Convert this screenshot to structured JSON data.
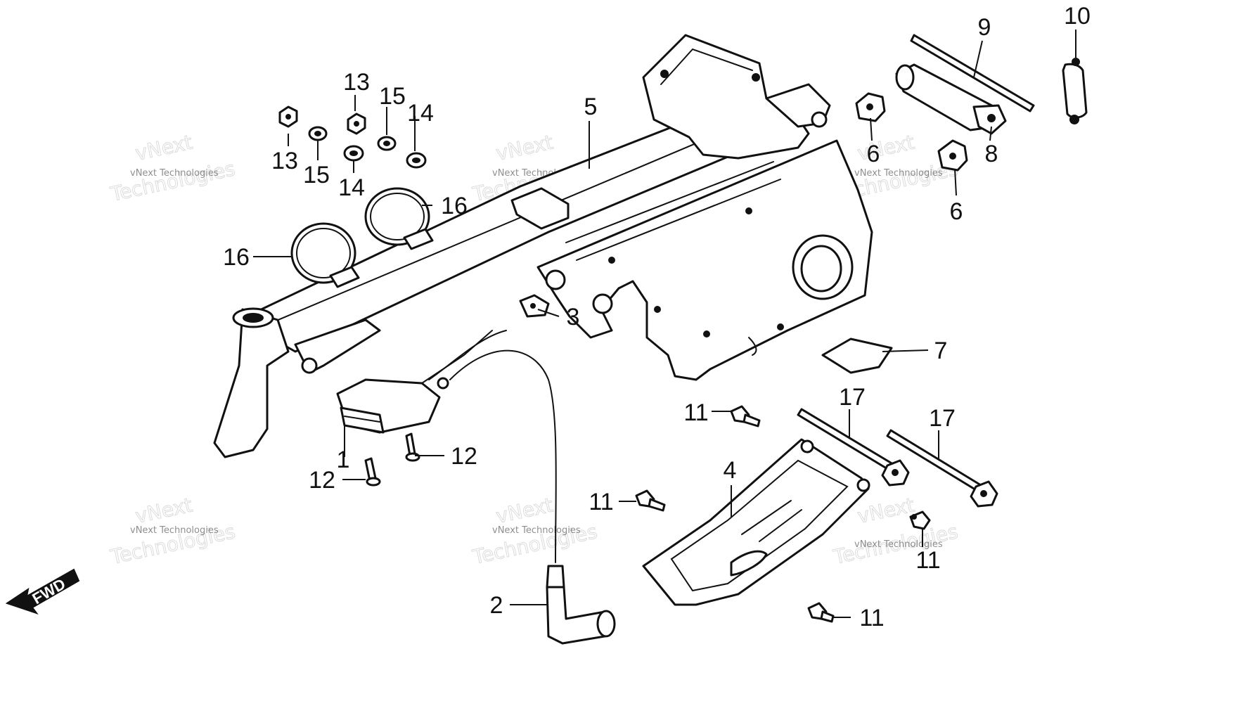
{
  "diagram": {
    "fwd_label": "FWD",
    "watermark": {
      "line1": "vNext",
      "line2": "Technologies",
      "small": "vNext Technologies"
    },
    "callouts": [
      {
        "id": "c1",
        "label": "1"
      },
      {
        "id": "c2",
        "label": "2"
      },
      {
        "id": "c3",
        "label": "3"
      },
      {
        "id": "c4",
        "label": "4"
      },
      {
        "id": "c5",
        "label": "5"
      },
      {
        "id": "c6a",
        "label": "6"
      },
      {
        "id": "c6b",
        "label": "6"
      },
      {
        "id": "c7",
        "label": "7"
      },
      {
        "id": "c8",
        "label": "8"
      },
      {
        "id": "c9",
        "label": "9"
      },
      {
        "id": "c10",
        "label": "10"
      },
      {
        "id": "c11a",
        "label": "11"
      },
      {
        "id": "c11b",
        "label": "11"
      },
      {
        "id": "c11c",
        "label": "11"
      },
      {
        "id": "c11d",
        "label": "11"
      },
      {
        "id": "c12a",
        "label": "12"
      },
      {
        "id": "c12b",
        "label": "12"
      },
      {
        "id": "c13a",
        "label": "13"
      },
      {
        "id": "c13b",
        "label": "13"
      },
      {
        "id": "c14a",
        "label": "14"
      },
      {
        "id": "c14b",
        "label": "14"
      },
      {
        "id": "c15a",
        "label": "15"
      },
      {
        "id": "c15b",
        "label": "15"
      },
      {
        "id": "c16a",
        "label": "16"
      },
      {
        "id": "c16b",
        "label": "16"
      },
      {
        "id": "c17a",
        "label": "17"
      },
      {
        "id": "c17b",
        "label": "17"
      }
    ]
  }
}
